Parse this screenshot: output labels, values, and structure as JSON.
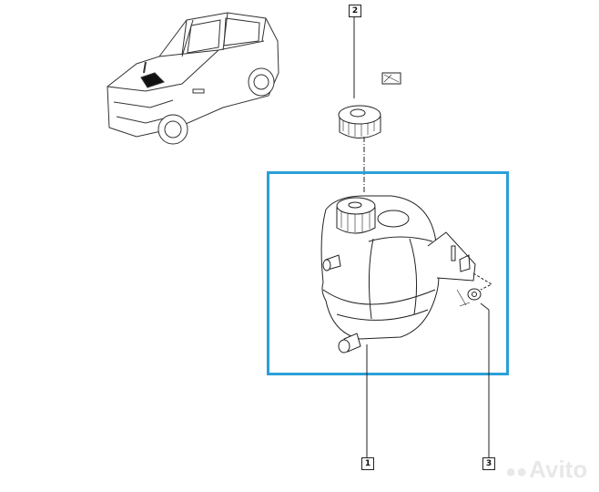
{
  "callouts": [
    {
      "number": "1",
      "part": "expansion-tank"
    },
    {
      "number": "2",
      "part": "filler-cap"
    },
    {
      "number": "3",
      "part": "nut"
    }
  ],
  "highlight_color": "#2b9fd8",
  "watermark": "Avito"
}
